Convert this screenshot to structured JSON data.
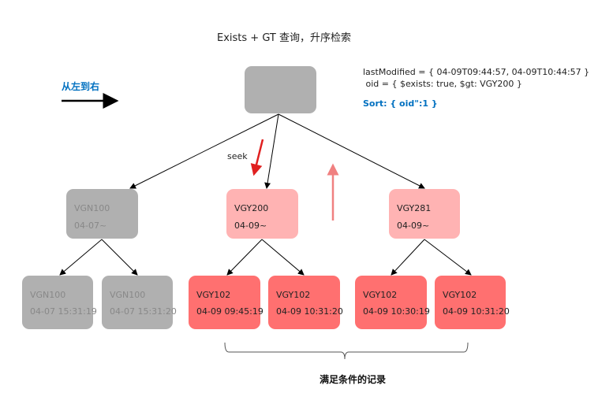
{
  "title": "Exists + GT 查询，升序检索",
  "direction_label": "从左到右",
  "query": {
    "line1": "lastModified = { 04-09T09:44:57, 04-09T10:44:57 }",
    "line2": " oid = { $exists: true, $gt: VGY200 }",
    "sort": "Sort: { oid\":1 }"
  },
  "seek_label": "seek",
  "mid_nodes": [
    {
      "name": "VGN100",
      "date": "04-07~"
    },
    {
      "name": "VGY200",
      "date": "04-09~"
    },
    {
      "name": "VGY281",
      "date": "04-09~"
    }
  ],
  "leaf_nodes": [
    {
      "name": "VGN100",
      "date": "04-07 15:31:19"
    },
    {
      "name": "VGN100",
      "date": "04-07 15:31:20"
    },
    {
      "name": "VGY102",
      "date": "04-09 09:45:19"
    },
    {
      "name": "VGY102",
      "date": "04-09 10:31:20"
    },
    {
      "name": "VGY102",
      "date": "04-09 10:30:19"
    },
    {
      "name": "VGY102",
      "date": "04-09 10:31:20"
    }
  ],
  "result_label": "满足条件的记录",
  "colors": {
    "gray": "#b0b0b0",
    "pink": "#ffb3b3",
    "red": "#ff7070",
    "blue": "#0070c0"
  }
}
